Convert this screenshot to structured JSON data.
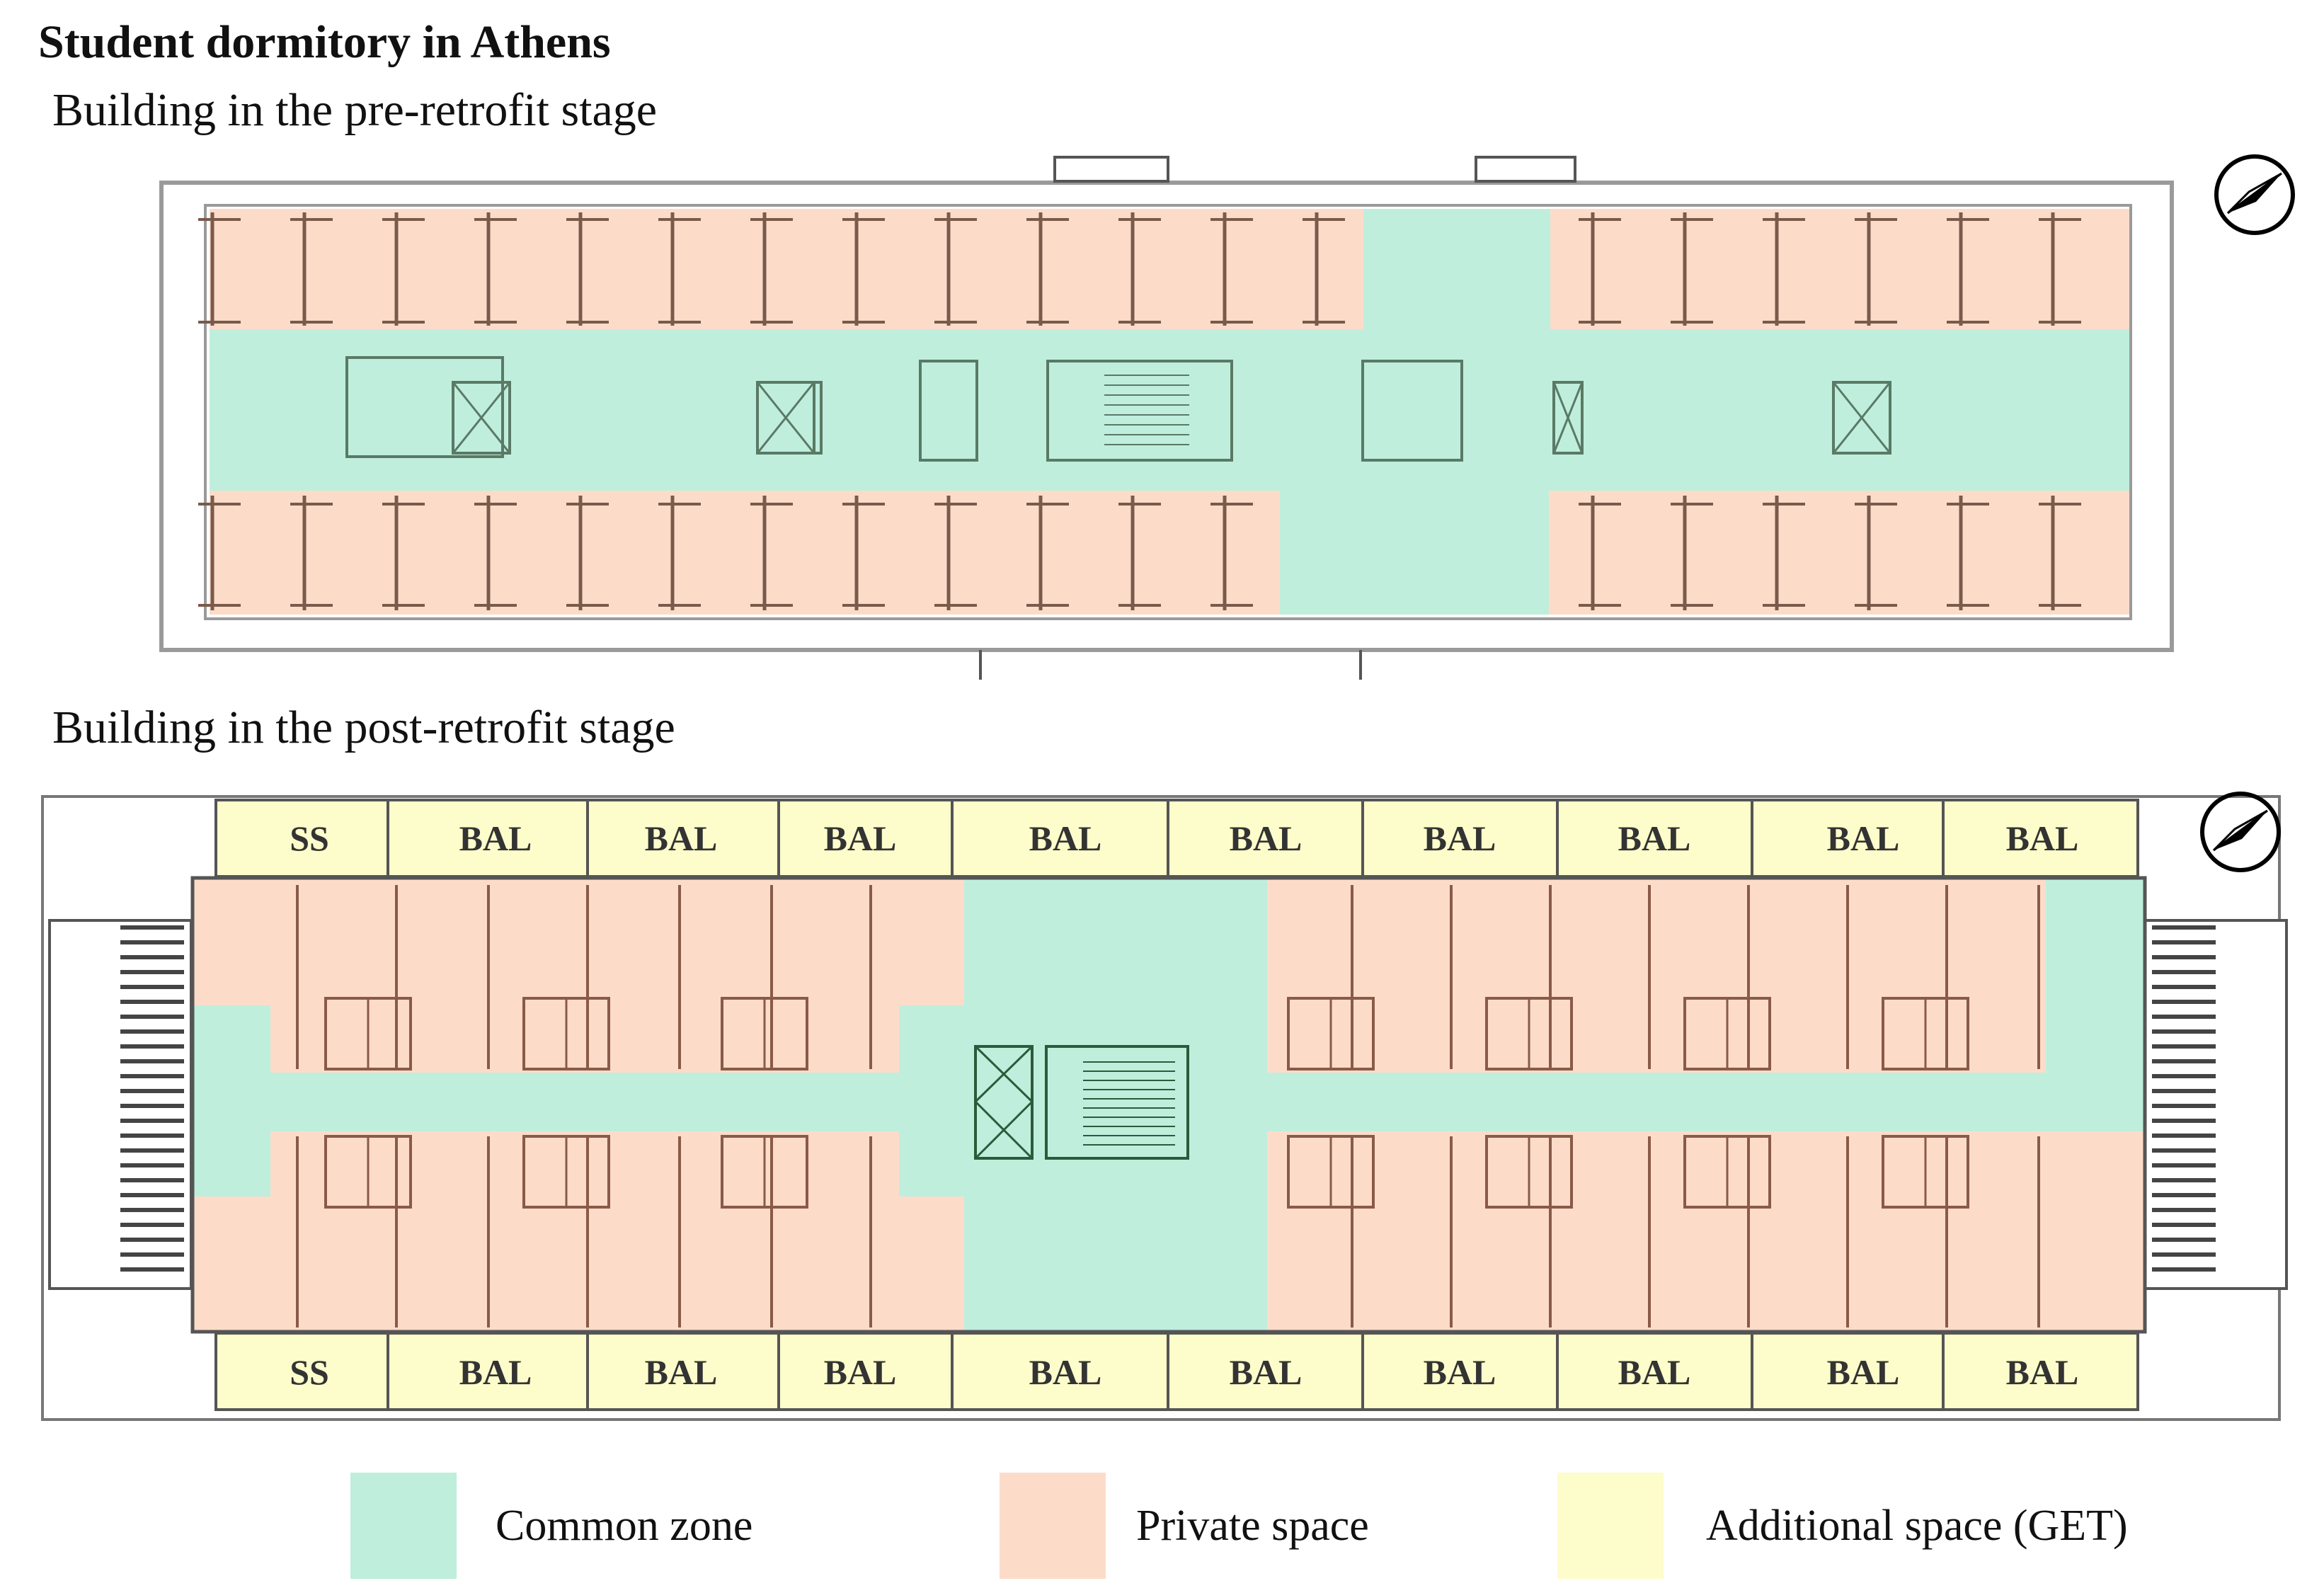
{
  "title": "Student dormitory in Athens",
  "pre_retrofit": {
    "label": "Building in the pre-retrofit stage"
  },
  "post_retrofit": {
    "label": "Building in the post-retrofit stage",
    "top_row": [
      "SS",
      "BAL",
      "BAL",
      "BAL",
      "BAL",
      "BAL",
      "BAL",
      "BAL",
      "BAL",
      "BAL"
    ],
    "bottom_row": [
      "SS",
      "BAL",
      "BAL",
      "BAL",
      "BAL",
      "BAL",
      "BAL",
      "BAL",
      "BAL",
      "BAL"
    ]
  },
  "legend": [
    {
      "label": "Common zone",
      "color": "#bfeedd"
    },
    {
      "label": "Private space",
      "color": "#fcdcc9"
    },
    {
      "label": "Additional space (GET)",
      "color": "#fdfccb"
    }
  ],
  "colors": {
    "common": "#bfeedd",
    "private": "#fcdcc9",
    "additional": "#fdfccb",
    "line": "#7a5a4a",
    "wall": "#555555"
  },
  "icons": {
    "north_arrow": "compass-icon"
  }
}
